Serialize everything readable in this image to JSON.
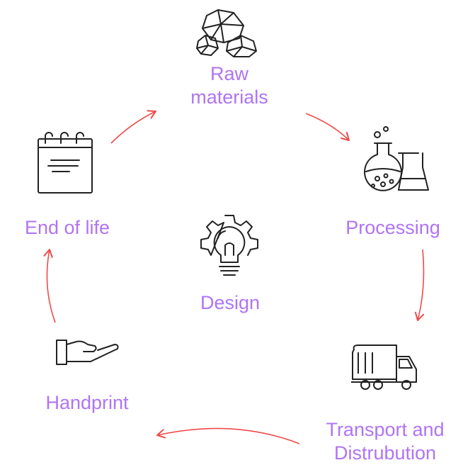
{
  "colors": {
    "label": "#b074f5",
    "arrow": "#ee4b4b",
    "icon": "#222222"
  },
  "nodes": {
    "raw": {
      "lines": [
        "Raw",
        "materials"
      ],
      "icon": "rocks-icon"
    },
    "processing": {
      "lines": [
        "Processing"
      ],
      "icon": "lab-flasks-icon"
    },
    "transport": {
      "lines": [
        "Transport and",
        "Distrubution"
      ],
      "icon": "truck-icon"
    },
    "handprint": {
      "lines": [
        "Handprint"
      ],
      "icon": "open-hand-icon"
    },
    "endoflife": {
      "lines": [
        "End of life"
      ],
      "icon": "notepad-icon"
    },
    "design": {
      "lines": [
        "Design"
      ],
      "icon": "lightbulb-gear-icon"
    }
  }
}
